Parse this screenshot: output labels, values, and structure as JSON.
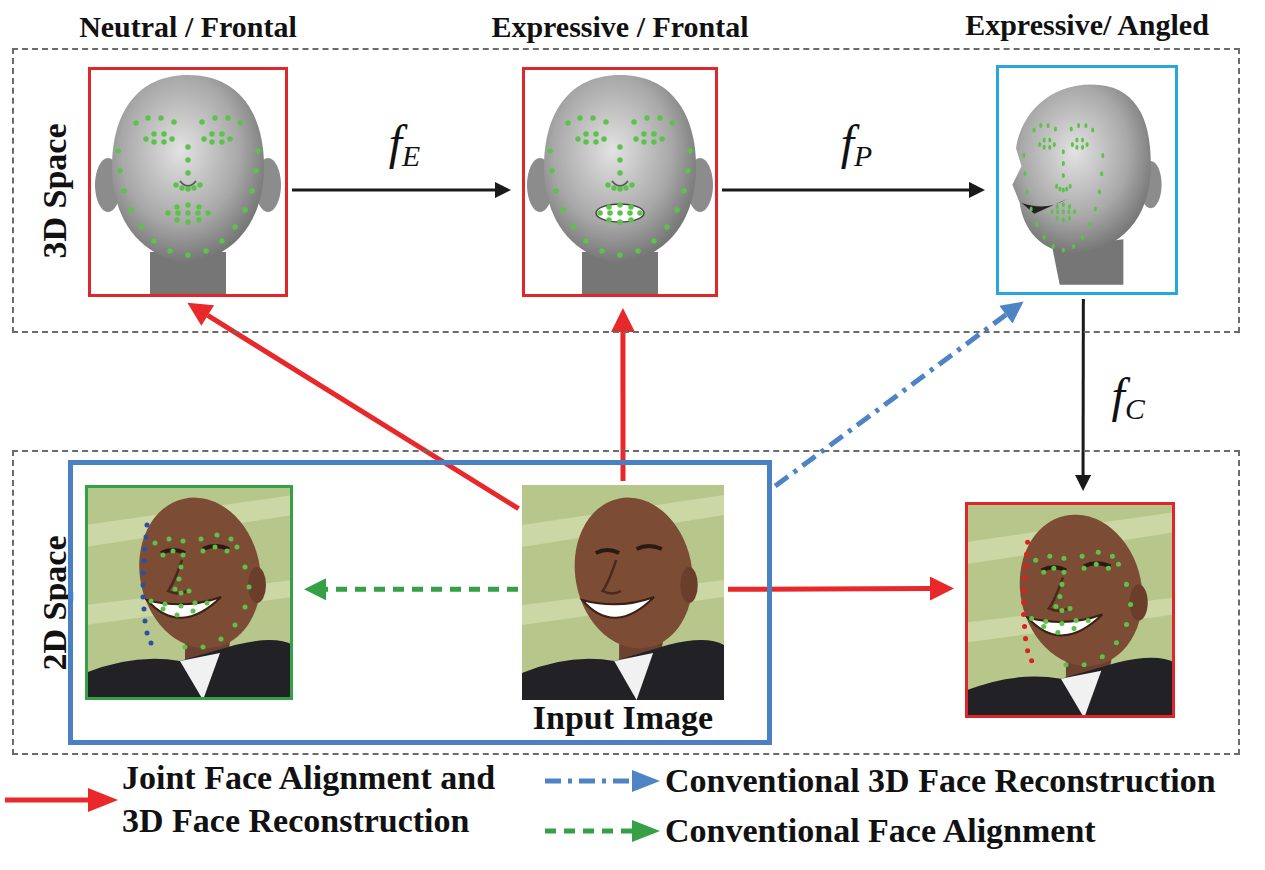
{
  "diagram": {
    "nodes": [
      {
        "text": [
          "3D Space"
        ]
      },
      {
        "text": [
          "Neutral / Frontal"
        ],
        "in": 0
      },
      {
        "text": [
          "Expressive / Frontal"
        ],
        "in": 0
      },
      {
        "text": [
          "Expressive/ Angled"
        ],
        "in": 0
      },
      {
        "text": [
          "2D Space"
        ]
      },
      {
        "text": [],
        "in": 4
      },
      {
        "text": [],
        "in": 5
      },
      {
        "text": [
          "Input Image"
        ],
        "in": 5
      },
      {
        "text": [],
        "in": 4
      }
    ],
    "edges": [
      {
        "from": 1,
        "to": 2,
        "arrow": "to",
        "label": "fE"
      },
      {
        "from": 2,
        "to": 3,
        "arrow": "to",
        "label": "fP"
      },
      {
        "from": 3,
        "to": 8,
        "arrow": "to",
        "label": "fC"
      },
      {
        "from": 7,
        "to": 1,
        "arrow": "to"
      },
      {
        "from": 7,
        "to": 2,
        "arrow": "to"
      },
      {
        "from": 5,
        "to": 3,
        "arrow": "to"
      },
      {
        "from": 7,
        "to": 6,
        "arrow": "to"
      },
      {
        "from": 7,
        "to": 8,
        "arrow": "to"
      }
    ],
    "legend": [
      {
        "text": "Joint Face Alignment and 3D Face Reconstruction"
      },
      {
        "text": "Conventional 3D Face Reconstruction"
      },
      {
        "text": "Conventional Face Alignment"
      }
    ]
  }
}
